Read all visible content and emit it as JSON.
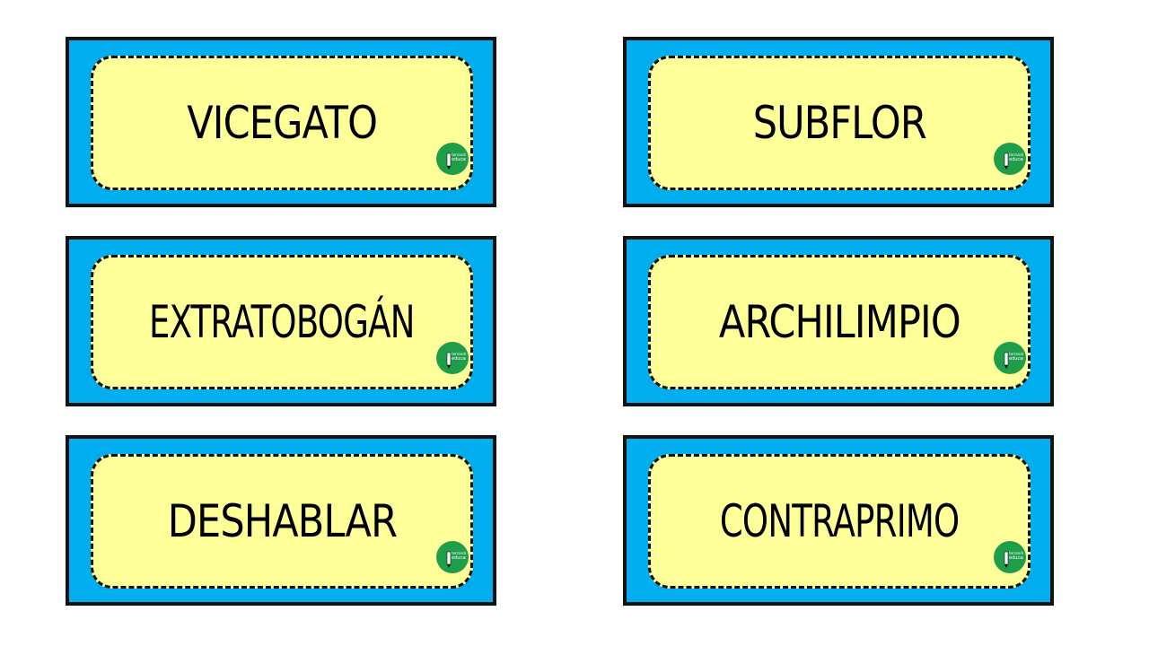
{
  "cards": [
    {
      "word": "VICEGATO"
    },
    {
      "word": "SUBFLOR"
    },
    {
      "word": "EXTRATOBOGÁN"
    },
    {
      "word": "ARCHILIMPIO"
    },
    {
      "word": "DESHABLAR"
    },
    {
      "word": "CONTRAPRIMO"
    }
  ],
  "logo_text": [
    "terrando",
    "educar"
  ],
  "colors": {
    "card_border": "#111111",
    "card_background": "#00aeef",
    "label_background": "#ffff99",
    "logo": "#1f9e4a"
  },
  "icons": {
    "logo": "pencil-logo-icon"
  }
}
